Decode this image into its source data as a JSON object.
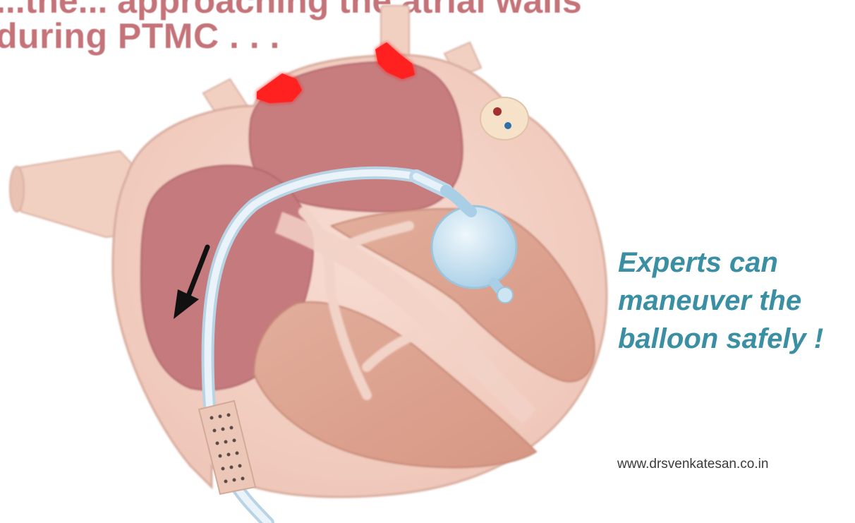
{
  "title": {
    "line1": "...the... approaching the atrial walls",
    "line2": "during PTMC . . ."
  },
  "caption": {
    "line1": "Experts can",
    "line2": "maneuver the",
    "line3": "balloon safely !"
  },
  "website": "www.drsvenkatesan.co.in",
  "colors": {
    "title": "#c47479",
    "caption": "#3a8fa3",
    "heart_outer": "#f3d2c7",
    "chamber": "#c47a7c",
    "ventricle": "#dca08c",
    "catheter": "#dcecf5",
    "balloon": "#cfe6f4",
    "hotspot": "#ff1a1a"
  },
  "icons": {
    "arrow": "black-direction-arrow",
    "hotspots": "atrial-wall-contact-hotspots",
    "balloon": "balloon-catheter"
  }
}
